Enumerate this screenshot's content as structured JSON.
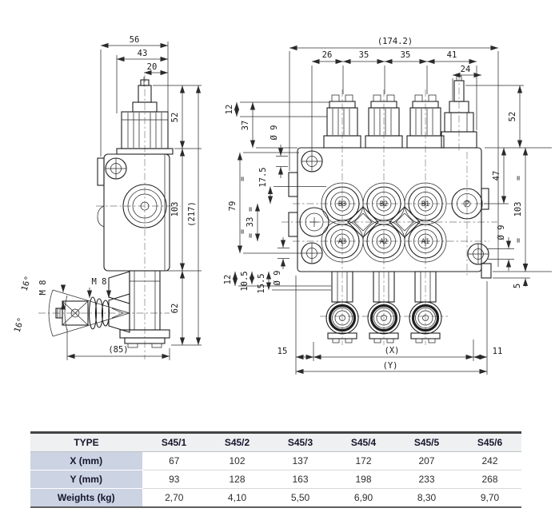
{
  "side_view": {
    "dim_width_outer": "56",
    "dim_width_cap": "43",
    "dim_width_stem": "20",
    "dim_height_cap": "52",
    "dim_height_body": "103",
    "dim_height_total": "(217)",
    "dim_height_lower": "62",
    "dim_width_base": "(85)",
    "thread_vertical": "M 8",
    "thread_horizontal": "M 8",
    "angle_upper": "16°",
    "angle_lower": "16°"
  },
  "front_view": {
    "dim_overall_width": "(174.2)",
    "dim_seg_1": "26",
    "dim_seg_2": "35",
    "dim_seg_3": "35",
    "dim_seg_4": "41",
    "dim_stem_offset": "24",
    "dim_top_12": "12",
    "dim_top_37": "37",
    "dim_hole_top": "Ø 9",
    "dim_left_79": "79",
    "dim_left_17_5": "17.5",
    "dim_left_33": "33",
    "dim_bot_12": "12",
    "dim_bot_10_5": "10.5",
    "dim_bot_15_5": "15.5",
    "dim_hole_bottom": "Ø 9",
    "dim_right_52": "52",
    "dim_right_47": "47",
    "dim_right_103": "103",
    "dim_hole_right": "Ø 9",
    "dim_right_5": "5",
    "dim_base_15": "15",
    "dim_base_x": "(X)",
    "dim_base_11": "11",
    "dim_base_y": "(Y)",
    "equal_mark": "=",
    "ports": {
      "b3": "B3",
      "b2": "B2",
      "b1": "B1",
      "p": "P",
      "a3": "A3",
      "a2": "A2",
      "a1": "A1"
    }
  },
  "table": {
    "col_header": "TYPE",
    "columns": [
      "S45/1",
      "S45/2",
      "S45/3",
      "S45/4",
      "S45/5",
      "S45/6"
    ],
    "rows": [
      {
        "label": "X (mm)",
        "values": [
          "67",
          "102",
          "137",
          "172",
          "207",
          "242"
        ]
      },
      {
        "label": "Y (mm)",
        "values": [
          "93",
          "128",
          "163",
          "198",
          "233",
          "268"
        ]
      },
      {
        "label": "Weights (kg)",
        "values": [
          "2,70",
          "4,10",
          "5,50",
          "6,90",
          "8,30",
          "9,70"
        ]
      }
    ]
  }
}
